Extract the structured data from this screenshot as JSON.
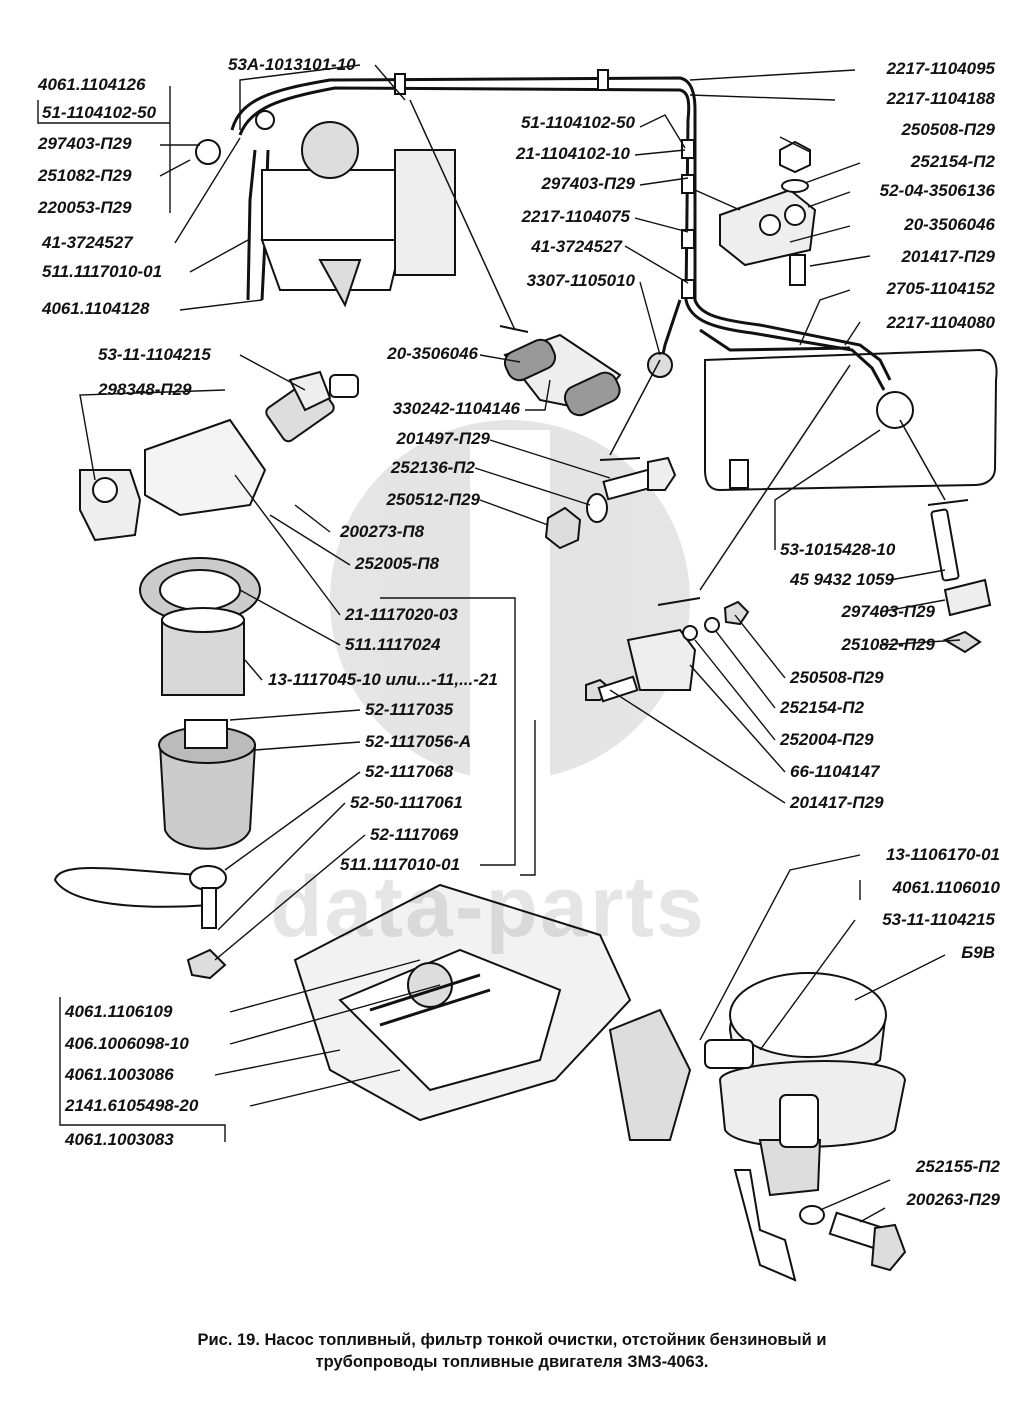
{
  "watermark": "data-parts",
  "caption": {
    "line1": "Рис. 19. Насос топливный, фильтр тонкой очистки, отстойник бензиновый и",
    "line2": "трубопроводы топливные двигателя ЗМЗ-4063."
  },
  "labels": {
    "l4061_1104126": "4061.1104126",
    "l51_1104102_50_a": "51-1104102-50",
    "l297403_p29_a": "297403-П29",
    "l251082_p29_a": "251082-П29",
    "l220053_p29": "220053-П29",
    "l41_3724527_a": "41-3724527",
    "l511_1117010_01_a": "511.1117010-01",
    "l4061_1104128": "4061.1104128",
    "l53a_1013101_10": "53А-1013101-10",
    "l2217_1104095": "2217-1104095",
    "l2217_1104188": "2217-1104188",
    "l51_1104102_50_b": "51-1104102-50",
    "l250508_p29_a": "250508-П29",
    "l21_1104102_10": "21-1104102-10",
    "l252154_p2_a": "252154-П2",
    "l297403_p29_b": "297403-П29",
    "l52_04_3506136": "52-04-3506136",
    "l2217_1104075": "2217-1104075",
    "l20_3506046_a": "20-3506046",
    "l41_3724527_b": "41-3724527",
    "l201417_p29_a": "201417-П29",
    "l3307_1105010": "3307-1105010",
    "l2705_1104152": "2705-1104152",
    "l2217_1104080": "2217-1104080",
    "l53_11_1104215_a": "53-11-1104215",
    "l298348_p29": "298348-П29",
    "l20_3506046_b": "20-3506046",
    "l330242_1104146": "330242-1104146",
    "l201497_p29": "201497-П29",
    "l252136_p2": "252136-П2",
    "l250512_p29": "250512-П29",
    "l200273_p8": "200273-П8",
    "l252005_p8": "252005-П8",
    "l53_1015428_10": "53-1015428-10",
    "l45_9432_1059": "45 9432 1059",
    "l21_1117020_03": "21-1117020-03",
    "l297403_p29_c": "297403-П29",
    "l511_1117024": "511.1117024",
    "l251082_p29_b": "251082-П29",
    "l13_1117045": "13-1117045-10 или...-11,...-21",
    "l250508_p29_b": "250508-П29",
    "l52_1117035": "52-1117035",
    "l252154_p2_b": "252154-П2",
    "l52_1117056_a": "52-1117056-А",
    "l252004_p29": "252004-П29",
    "l52_1117068": "52-1117068",
    "l66_1104147": "66-1104147",
    "l52_50_1117061": "52-50-1117061",
    "l201417_p29_b": "201417-П29",
    "l52_1117069": "52-1117069",
    "l511_1117010_01_b": "511.1117010-01",
    "l13_1106170_01": "13-1106170-01",
    "l4061_1106010": "4061.1106010",
    "l53_11_1104215_b": "53-11-1104215",
    "l b9v": "Б9В",
    "l4061_1106109": "4061.1106109",
    "l406_1006098_10": "406.1006098-10",
    "l4061_1003086": "4061.1003086",
    "l2141_6105498_20": "2141.6105498-20",
    "l4061_1003083": "4061.1003083",
    "l252155_p2": "252155-П2",
    "l200263_p29": "200263-П29"
  }
}
